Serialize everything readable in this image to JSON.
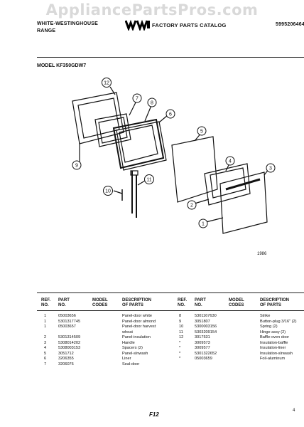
{
  "watermark": "AppliancePartsPros.com",
  "header": {
    "brand_line1": "WHITE-WESTINGHOUSE",
    "brand_line2": "RANGE",
    "catalog_title": "FACTORY PARTS CATALOG",
    "catalog_number": "5995206464"
  },
  "model_label": "MODEL KF350GDW7",
  "diagram_year": "1986",
  "callouts": [
    "1",
    "2",
    "3",
    "4",
    "5",
    "6",
    "7",
    "8",
    "9",
    "10",
    "11",
    "12"
  ],
  "table_headers": {
    "ref": "REF.\nNO.",
    "part": "PART\nNO.",
    "model": "MODEL\nCODES",
    "desc": "DESCRIPTION\nOF PARTS"
  },
  "left_parts": [
    {
      "ref": "1",
      "part": "05003656",
      "desc": "Panel-door white"
    },
    {
      "ref": "1",
      "part": "5301317745",
      "desc": "Panel-door almond"
    },
    {
      "ref": "1",
      "part": "05003657",
      "desc": "Panel-door harvest"
    },
    {
      "ref": "",
      "part": "",
      "desc": "wheat"
    },
    {
      "ref": "2",
      "part": "5301314509",
      "desc": "Panel-insulation"
    },
    {
      "ref": "3",
      "part": "5308014202",
      "desc": "Handle"
    },
    {
      "ref": "4",
      "part": "5308003153",
      "desc": "Spacers (2)"
    },
    {
      "ref": "5",
      "part": "3051712",
      "desc": "Panel-slnwash"
    },
    {
      "ref": "6",
      "part": "3206355",
      "desc": "Liner"
    },
    {
      "ref": "7",
      "part": "3206076",
      "desc": "Seal-door"
    }
  ],
  "right_parts": [
    {
      "ref": "8",
      "part": "5301167630",
      "desc": "Strike"
    },
    {
      "ref": "9",
      "part": "3051807",
      "desc": "Button-plug 3/16\" (2)"
    },
    {
      "ref": "10",
      "part": "5300003156",
      "desc": "Spring (2)"
    },
    {
      "ref": "11",
      "part": "5303209154",
      "desc": "Hinge assy (2)"
    },
    {
      "ref": "12",
      "part": "3017531",
      "desc": "Baffle-oven door"
    },
    {
      "ref": "*",
      "part": "3009573",
      "desc": "Insulation-baffle"
    },
    {
      "ref": "*",
      "part": "3009577",
      "desc": "Insulation-liner"
    },
    {
      "ref": "*",
      "part": "5301322652",
      "desc": "Insulation-slnwash"
    },
    {
      "ref": "*",
      "part": "05003659",
      "desc": "Foil-aluminum"
    }
  ],
  "footer": {
    "page_code": "F12",
    "corner": "4"
  }
}
